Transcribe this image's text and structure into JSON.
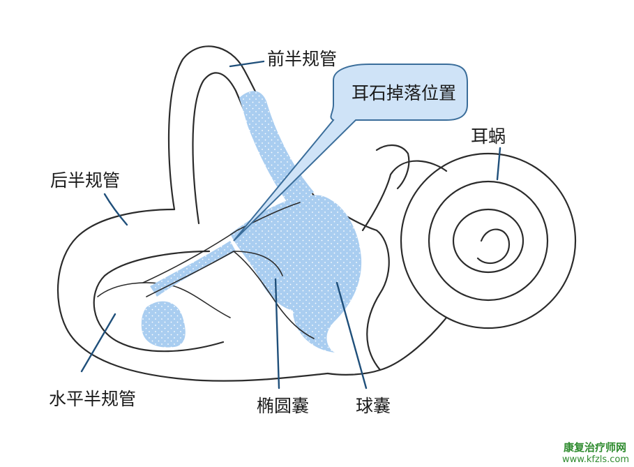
{
  "labels": {
    "anterior": "前半规管",
    "posterior": "后半规管",
    "horizontal": "水平半规管",
    "utricle": "椭圆囊",
    "saccule": "球囊",
    "cochlea": "耳蜗"
  },
  "callout": {
    "text": "耳石掉落位置"
  },
  "watermark": {
    "line1": "康复治疗师网",
    "line2": "www.kfzls.com"
  },
  "colors": {
    "fluid": "#a9cdf0",
    "callout_fill": "#cfe3f7",
    "callout_stroke": "#3a6d9a",
    "leader": "#1f4f7a",
    "watermark": "#2e8b2e"
  }
}
